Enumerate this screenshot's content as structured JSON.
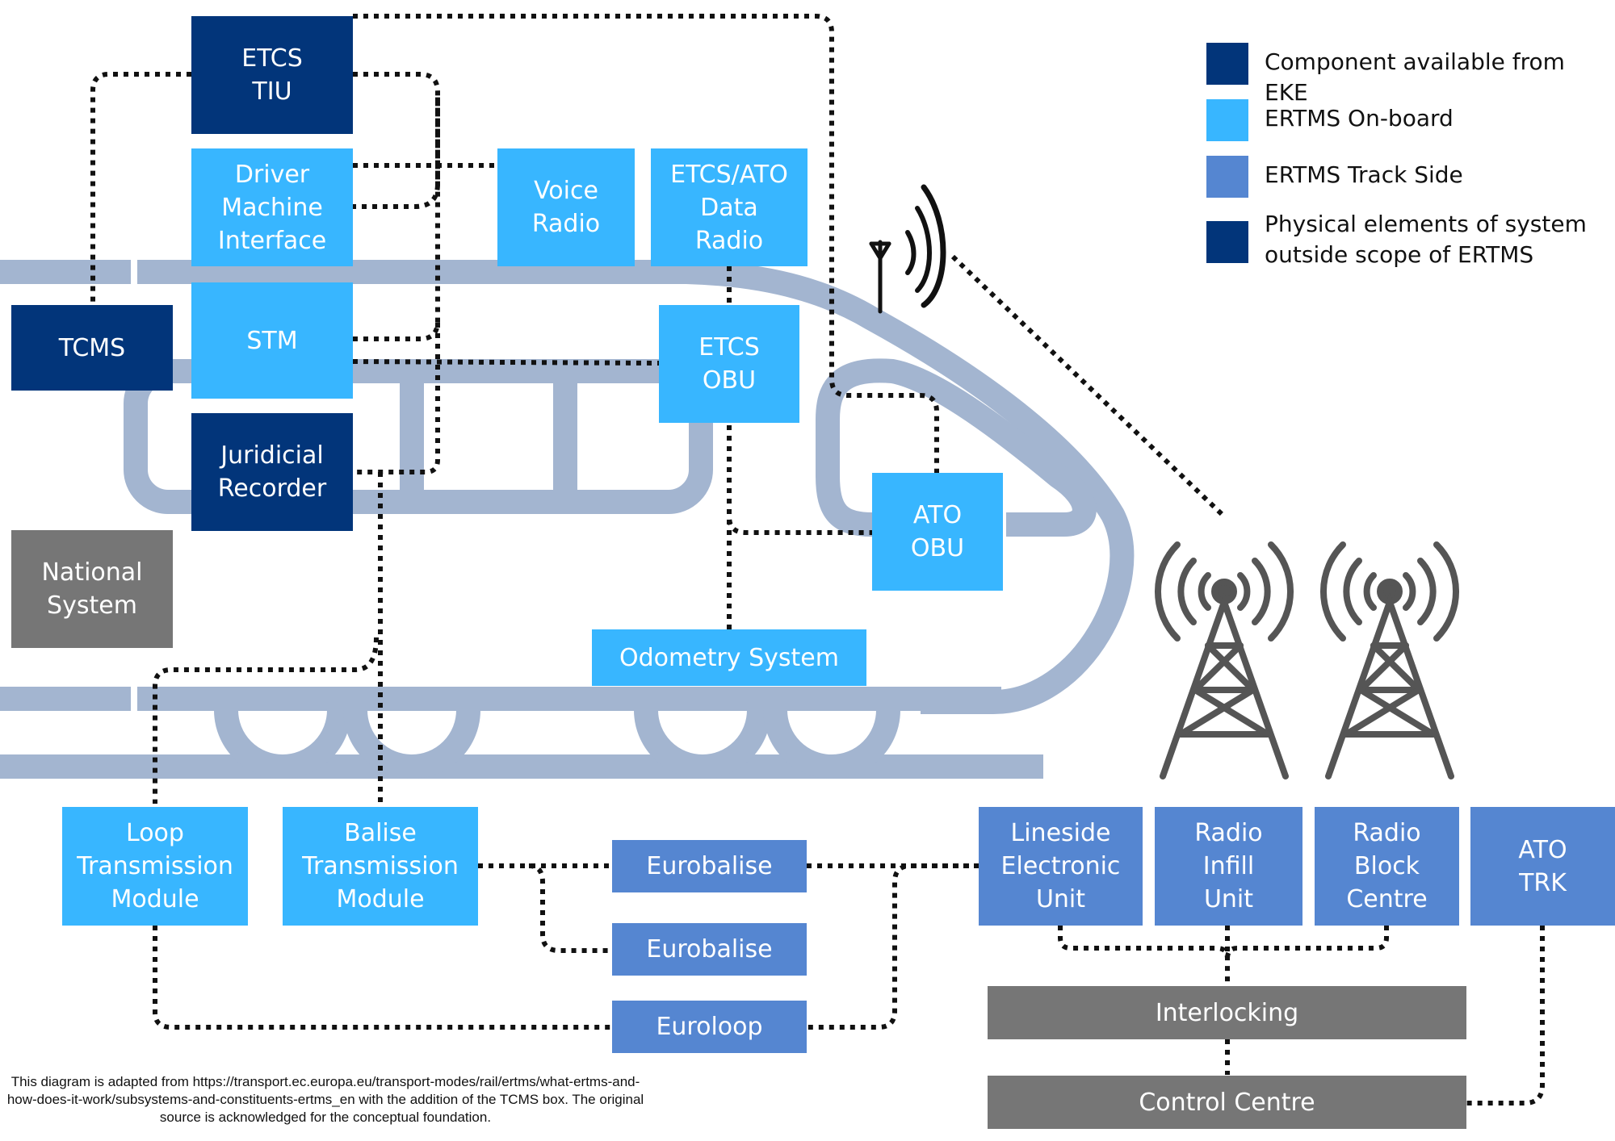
{
  "legend": [
    {
      "color": "#02357a",
      "label": "Component available from EKE"
    },
    {
      "color": "#38b6ff",
      "label": "ERTMS On-board"
    },
    {
      "color": "#5586d1",
      "label": "ERTMS Track Side"
    },
    {
      "color": "#02357a",
      "label": "Physical elements of system\noutside scope of ERTMS"
    }
  ],
  "boxes": {
    "etcs_tiu": "ETCS\nTIU",
    "dmi": "Driver\nMachine\nInterface",
    "voice_radio": "Voice\nRadio",
    "etcs_ato_data_radio": "ETCS/ATO\nData\nRadio",
    "tcms": "TCMS",
    "stm": "STM",
    "etcs_obu": "ETCS\nOBU",
    "juridicial_recorder": "Juridicial\nRecorder",
    "ato_obu": "ATO\nOBU",
    "national_system": "National\nSystem",
    "odometry_system": "Odometry System",
    "loop_transmission_module": "Loop\nTransmission\nModule",
    "balise_transmission_module": "Balise\nTransmission\nModule",
    "eurobalise_1": "Eurobalise",
    "eurobalise_2": "Eurobalise",
    "euroloop": "Euroloop",
    "lineside_electronic_unit": "Lineside\nElectronic\nUnit",
    "radio_infill_unit": "Radio\nInfill\nUnit",
    "radio_block_centre": "Radio\nBlock\nCentre",
    "ato_trk": "ATO\nTRK",
    "interlocking": "Interlocking",
    "control_centre": "Control Centre"
  },
  "colors": {
    "eke": "#02357a",
    "on_board": "#38b6ff",
    "track_side": "#5586d1",
    "grey": "#767676",
    "train_outline": "#a3b5d0",
    "antenna": "#555555",
    "connector": "#111111"
  },
  "footnote": "This diagram is adapted from https://transport.ec.europa.eu/transport-modes/rail/ertms/what-ertms-and-how-does-it-work/subsystems-and-constituents-ertms_en with the addition of the TCMS box. The original source is acknowledged for the conceptual foundation."
}
